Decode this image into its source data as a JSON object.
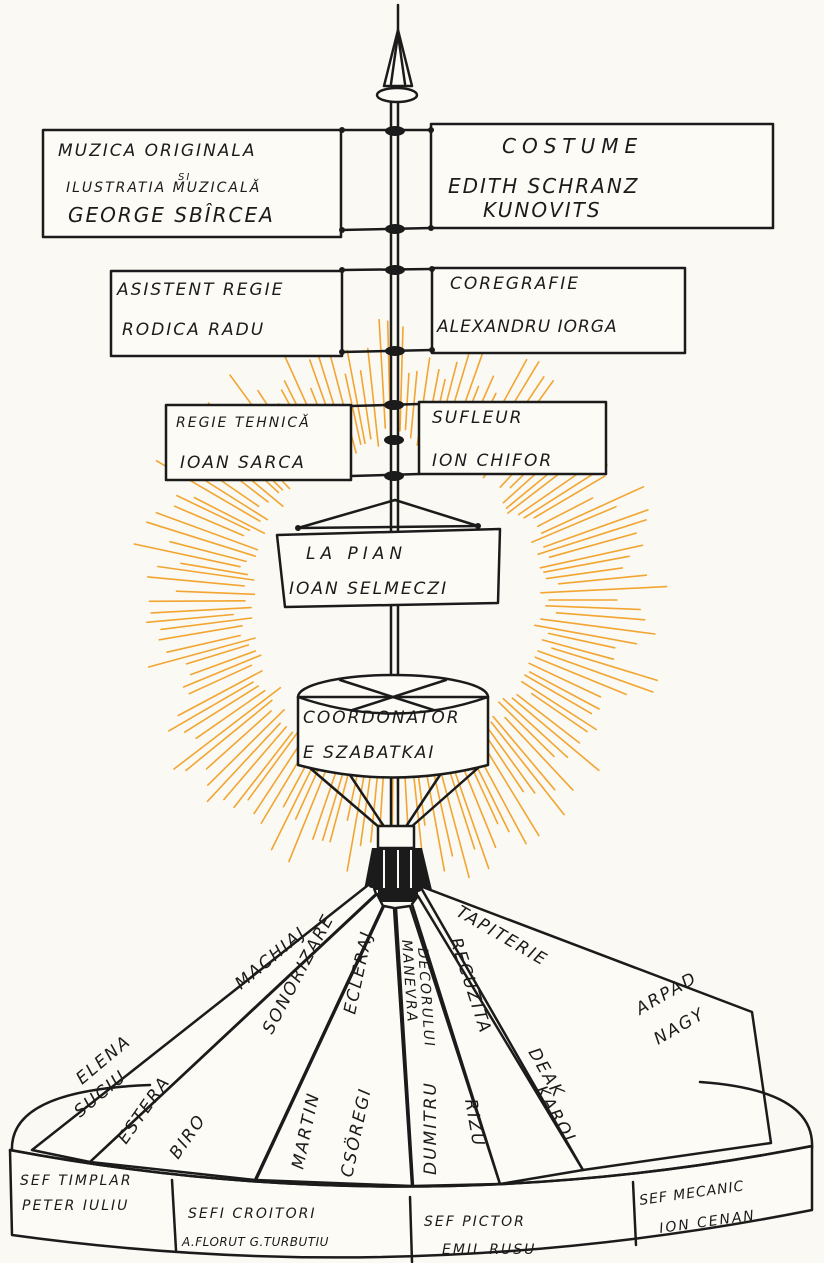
{
  "colors": {
    "ink": "#1b1b1b",
    "rays": "#f2a531",
    "paper": "#faf9f3"
  },
  "top_boxes": {
    "muzica_line1": "MUZICA ORIGINALA",
    "muzica_line2": "SI",
    "muzica_line3": "ILUSTRATIA MUZICALĂ",
    "muzica_name": "GEORGE SBÎRCEA",
    "costume_title": "COSTUME",
    "costume_name1": "EDITH SCHRANZ",
    "costume_name2": "KUNOVITS"
  },
  "mid_boxes": {
    "asistent_title": "ASISTENT REGIE",
    "asistent_name": "RODICA RADU",
    "coregrafie_title": "COREGRAFIE",
    "coregrafie_name": "ALEXANDRU IORGA"
  },
  "small_boxes": {
    "regie_title": "REGIE TEHNICĂ",
    "regie_name": "IOAN SARCA",
    "sufleur_title": "SUFLEUR",
    "sufleur_name": "ION CHIFOR"
  },
  "pian": {
    "title": "LA PIAN",
    "name": "IOAN SELMECZI"
  },
  "coordonator": {
    "title": "COORDONATOR",
    "name": "E SZABATKAI"
  },
  "panels": {
    "machiaj_title": "MACHIAJ",
    "machiaj_name1": "ELENA",
    "machiaj_name2": "SUCIU",
    "sonorizare_title": "SONORIZARE",
    "sonorizare_name1": "ESTERA",
    "sonorizare_name2": "BIRO",
    "eclerај_title": "ECLERAJ",
    "eclerај_name1": "MARTIN",
    "eclerај_name2": "CSÖREGI",
    "manevra_title1": "MANEVRA",
    "manevra_title2": "DECORULUI",
    "manevra_name1": "DUMITRU",
    "manevra_name2": "RIZU",
    "recuzita_title": "RECUZITA",
    "recuzita_name1": "DEAK",
    "recuzita_name2": "KAROL",
    "tapiterie_title": "TAPITERIE",
    "tapiterie_name1": "ARPAD",
    "tapiterie_name2": "NAGY"
  },
  "base": {
    "timplar_title": "SEF TIMPLAR",
    "timplar_name": "PETER IULIU",
    "croitori_title": "SEFI CROITORI",
    "croitori_name": "A.FLORUT G.TURBUTIU",
    "pictor_title": "SEF PICTOR",
    "pictor_name": "EMIL RUSU",
    "mecanic_title": "SEF MECANIC",
    "mecanic_name": "ION CENAN"
  }
}
